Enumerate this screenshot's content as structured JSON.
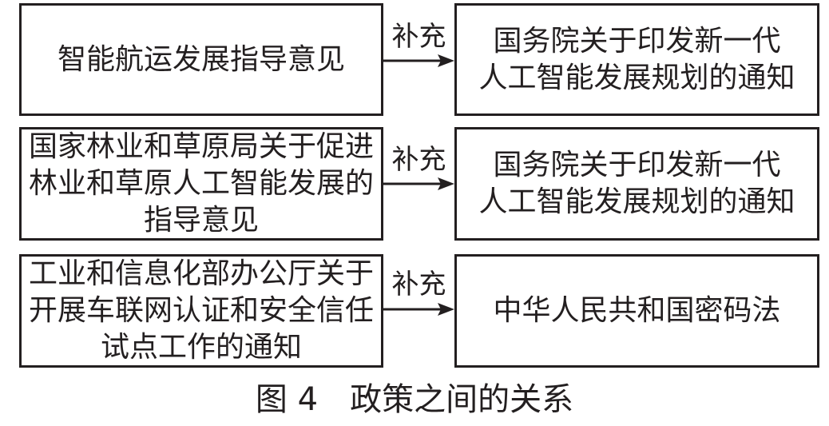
{
  "rows": [
    {
      "source": "智能航运发展指导意见",
      "relation": "补充",
      "target": "国务院关于印发新一代\n人工智能发展规划的通知"
    },
    {
      "source": "国家林业和草原局关于促进\n林业和草原人工智能发展的\n指导意见",
      "relation": "补充",
      "target": "国务院关于印发新一代\n人工智能发展规划的通知"
    },
    {
      "source": "工业和信息化部办公厅关于\n开展车联网认证和安全信任\n试点工作的通知",
      "relation": "补充",
      "target": "中华人民共和国密码法"
    }
  ],
  "caption": "图 4　政策之间的关系",
  "colors": {
    "stroke": "#231f20",
    "background": "#ffffff"
  }
}
